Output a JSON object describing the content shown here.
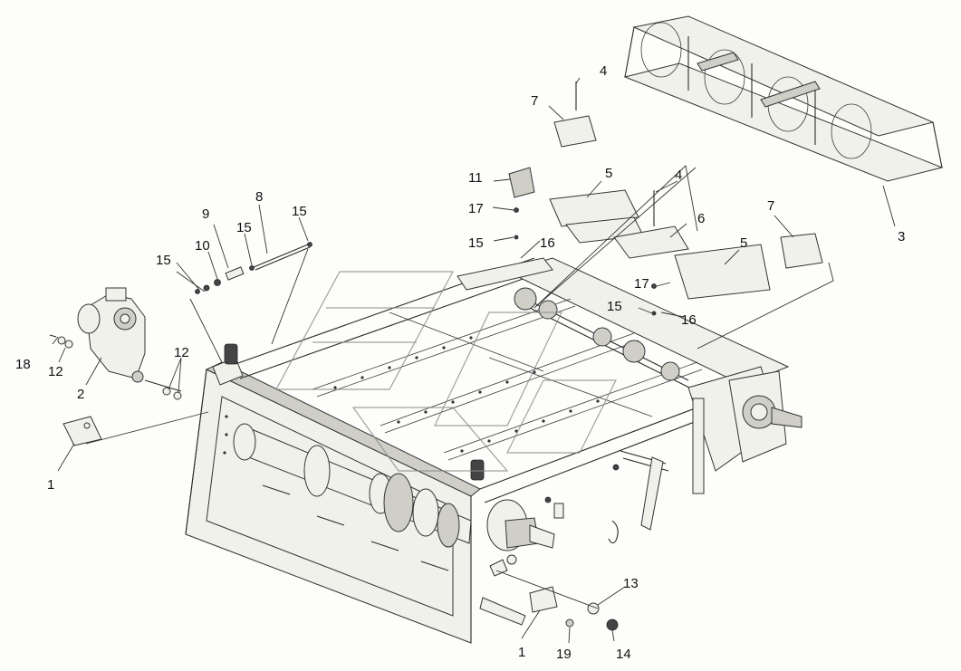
{
  "callouts": [
    {
      "id": "c1a",
      "text": "1"
    },
    {
      "id": "c1b",
      "text": "1"
    },
    {
      "id": "c2",
      "text": "2"
    },
    {
      "id": "c3",
      "text": "3"
    },
    {
      "id": "c4a",
      "text": "4"
    },
    {
      "id": "c4b",
      "text": "4"
    },
    {
      "id": "c5a",
      "text": "5"
    },
    {
      "id": "c5b",
      "text": "5"
    },
    {
      "id": "c6",
      "text": "6"
    },
    {
      "id": "c7a",
      "text": "7"
    },
    {
      "id": "c7b",
      "text": "7"
    },
    {
      "id": "c8",
      "text": "8"
    },
    {
      "id": "c9",
      "text": "9"
    },
    {
      "id": "c10",
      "text": "10"
    },
    {
      "id": "c11",
      "text": "11"
    },
    {
      "id": "c12a",
      "text": "12"
    },
    {
      "id": "c12b",
      "text": "12"
    },
    {
      "id": "c13",
      "text": "13"
    },
    {
      "id": "c14",
      "text": "14"
    },
    {
      "id": "c15a",
      "text": "15"
    },
    {
      "id": "c15b",
      "text": "15"
    },
    {
      "id": "c15c",
      "text": "15"
    },
    {
      "id": "c15d",
      "text": "15"
    },
    {
      "id": "c15e",
      "text": "15"
    },
    {
      "id": "c16a",
      "text": "16"
    },
    {
      "id": "c16b",
      "text": "16"
    },
    {
      "id": "c17a",
      "text": "17"
    },
    {
      "id": "c17b",
      "text": "17"
    },
    {
      "id": "c18",
      "text": "18"
    },
    {
      "id": "c19",
      "text": "19"
    }
  ],
  "colors": {
    "line": "#2a2a2a",
    "part_fill": "#f1f1ec",
    "part_dark": "#cfcfc8",
    "watermark": "#8a8a8a",
    "background": "#fdfdfb"
  }
}
